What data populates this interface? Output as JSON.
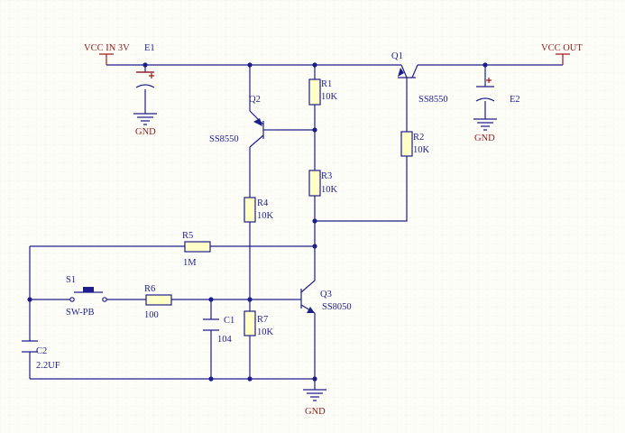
{
  "colors": {
    "wire": "#1e1e8a",
    "power": "#a01818",
    "body_fill": "#ffffc8",
    "background": "#fdfdf8"
  },
  "ports": {
    "vcc_in": "VCC IN 3V",
    "vcc_out": "VCC OUT"
  },
  "grounds": {
    "e1": "GND",
    "e2": "GND",
    "main": "GND"
  },
  "capacitors": {
    "e1": {
      "ref": "E1"
    },
    "e2": {
      "ref": "E2"
    },
    "c1": {
      "ref": "C1",
      "value": "104"
    },
    "c2": {
      "ref": "C2",
      "value": "2.2UF"
    }
  },
  "resistors": {
    "r1": {
      "ref": "R1",
      "value": "10K"
    },
    "r2": {
      "ref": "R2",
      "value": "10K"
    },
    "r3": {
      "ref": "R3",
      "value": "10K"
    },
    "r4": {
      "ref": "R4",
      "value": "10K"
    },
    "r5": {
      "ref": "R5",
      "value": "1M"
    },
    "r6": {
      "ref": "R6",
      "value": "100"
    },
    "r7": {
      "ref": "R7",
      "value": "10K"
    }
  },
  "transistors": {
    "q1": {
      "ref": "Q1",
      "part": "SS8550"
    },
    "q2": {
      "ref": "Q2",
      "part": "SS8550"
    },
    "q3": {
      "ref": "Q3",
      "part": "SS8050"
    }
  },
  "switch": {
    "ref": "S1",
    "part": "SW-PB"
  }
}
